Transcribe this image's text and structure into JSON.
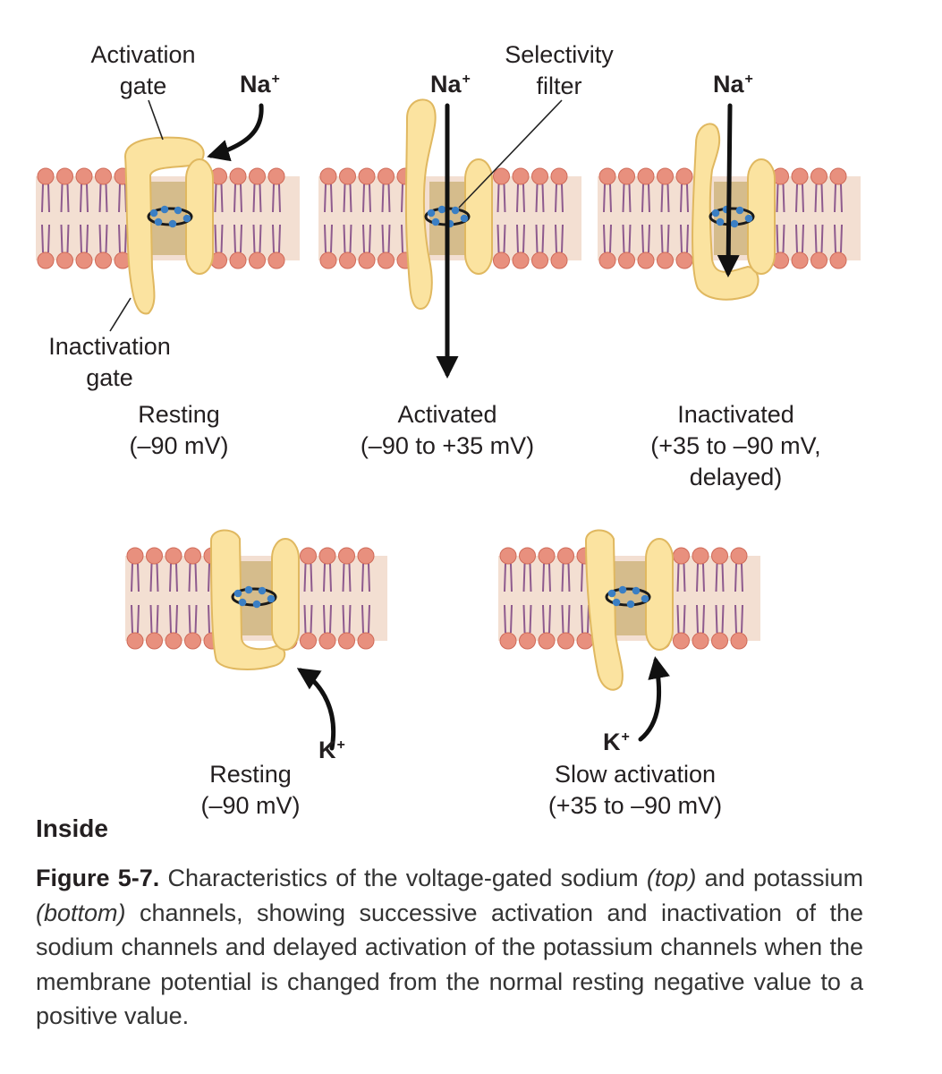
{
  "colors": {
    "lipid_head": "#e8907e",
    "lipid_head_stroke": "#cf6a58",
    "lipid_tail": "#8e5a8e",
    "membrane_core": "#f3dfd2",
    "channel_pore": "#d5bc8c",
    "protein_fill": "#fbe3a0",
    "protein_stroke": "#e0b860",
    "filter_dot": "#3b7fc4",
    "arrow": "#111111"
  },
  "icons": [
    "lipid-bilayer-icon",
    "channel-protein-icon",
    "selectivity-filter-icon",
    "ion-arrow-icon"
  ],
  "labels": {
    "activation_gate_1": "Activation",
    "activation_gate_2": "gate",
    "selectivity_filter_1": "Selectivity",
    "selectivity_filter_2": "filter",
    "inactivation_gate_1": "Inactivation",
    "inactivation_gate_2": "gate",
    "sodium": "Na",
    "potassium": "K",
    "charge": "+",
    "inside": "Inside"
  },
  "sodium_states": [
    {
      "name": "Resting",
      "voltage": "(–90 mV)"
    },
    {
      "name": "Activated",
      "voltage": "(–90 to +35 mV)"
    },
    {
      "name": "Inactivated",
      "voltage": "(+35 to –90 mV,",
      "voltage2": "delayed)"
    }
  ],
  "potassium_states": [
    {
      "name": "Resting",
      "voltage": "(–90 mV)"
    },
    {
      "name": "Slow activation",
      "voltage": "(+35 to –90 mV)"
    }
  ],
  "caption": {
    "figure": "Figure 5-7.",
    "t1": " Characteristics of the voltage-gated sodium ",
    "top": "(top)",
    "t2": " and potassium ",
    "bottom": "(bottom)",
    "t3": " channels, showing successive activation and inactivation of the sodium channels and delayed activation of the potassium channels when the membrane potential is changed from the normal resting negative value to a positive value."
  }
}
